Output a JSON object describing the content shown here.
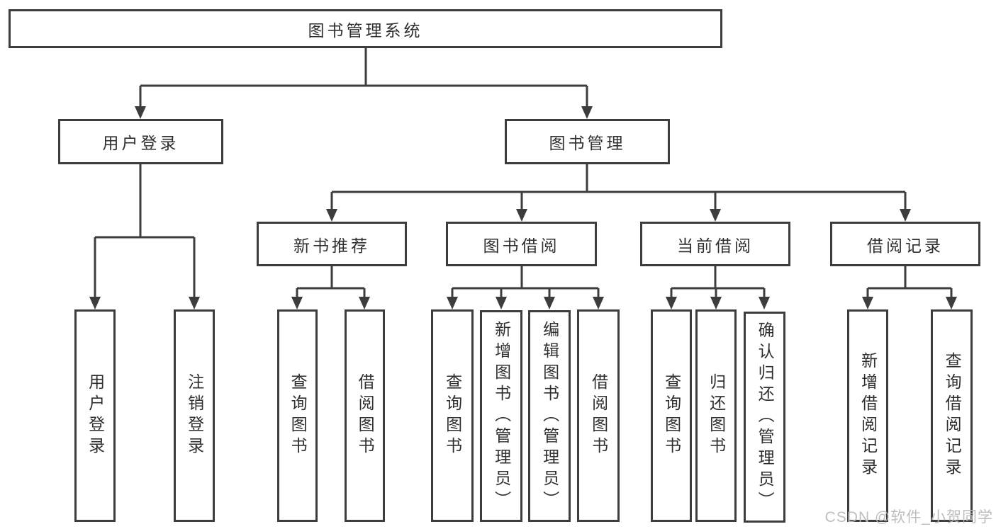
{
  "diagram": {
    "root": {
      "label": "图书管理系统"
    },
    "branches": [
      {
        "label": "用户登录",
        "children": [
          "用户登录",
          "注销登录"
        ]
      },
      {
        "label": "图书管理",
        "children": [
          {
            "label": "新书推荐",
            "children": [
              "查询图书",
              "借阅图书"
            ]
          },
          {
            "label": "图书借阅",
            "children": [
              "查询图书",
              "新增图书（管理员）",
              "编辑图书（管理员）",
              "借阅图书"
            ]
          },
          {
            "label": "当前借阅",
            "children": [
              "查询图书",
              "归还图书",
              "确认归还（管理员）"
            ]
          },
          {
            "label": "借阅记录",
            "children": [
              "新增借阅记录",
              "查询借阅记录"
            ]
          }
        ]
      }
    ]
  },
  "watermark": {
    "text": "CSDN @软件_小贺同学"
  },
  "colors": {
    "line": "#3d3d3d",
    "text": "#2f2f2f",
    "background": "#ffffff",
    "watermark": "#bcbcbc"
  }
}
